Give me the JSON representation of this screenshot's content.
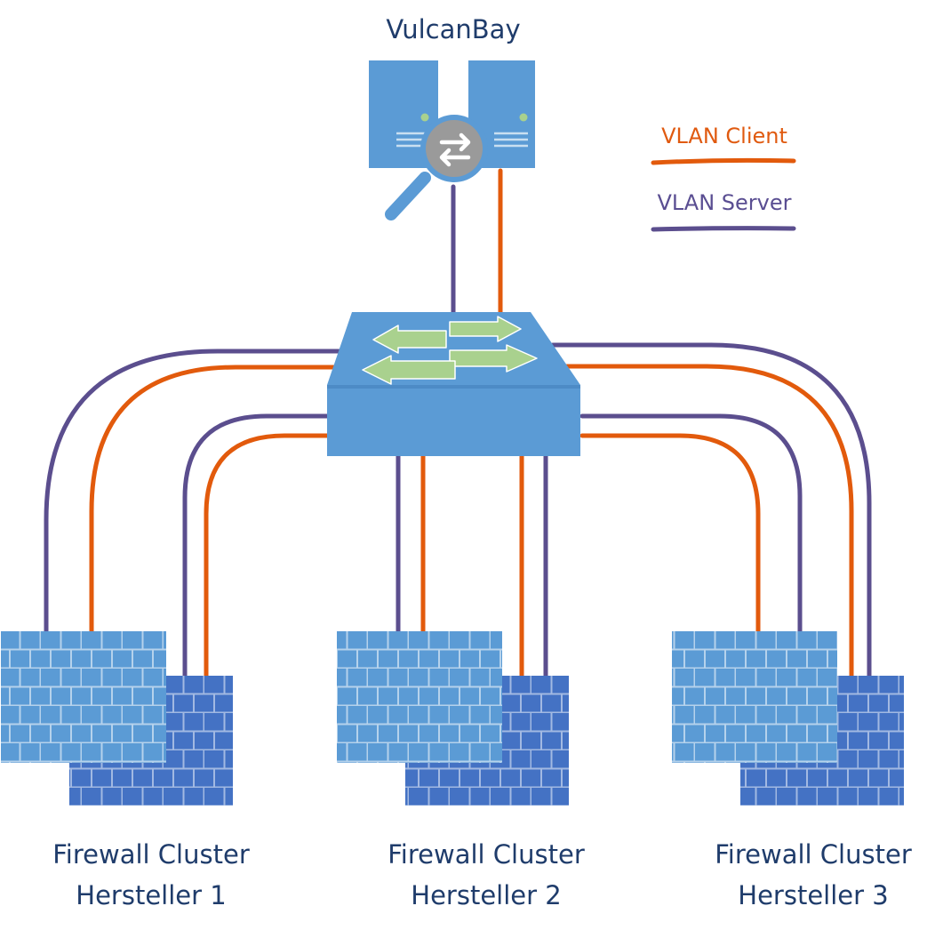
{
  "title": "VulcanBay",
  "legend": [
    {
      "label": "VLAN Client",
      "color": "#e25a0c"
    },
    {
      "label": "VLAN Server",
      "color": "#5b4e8e"
    }
  ],
  "clusters": [
    {
      "line1": "Firewall Cluster",
      "line2": "Hersteller 1"
    },
    {
      "line1": "Firewall Cluster",
      "line2": "Hersteller 2"
    },
    {
      "line1": "Firewall Cluster",
      "line2": "Hersteller 3"
    }
  ],
  "colors": {
    "server_blue": "#5b9bd5",
    "switch_blue": "#5b9bd5",
    "wall_front": "#5b9bd5",
    "wall_back": "#4472c4",
    "arrow_green": "#a9d18e",
    "client_line": "#e25a0c",
    "server_line": "#5b4e8e"
  },
  "icons": {
    "server": "server-icon",
    "magnifier": "magnifier-icon",
    "switch": "network-switch-icon",
    "firewall": "firewall-icon"
  }
}
